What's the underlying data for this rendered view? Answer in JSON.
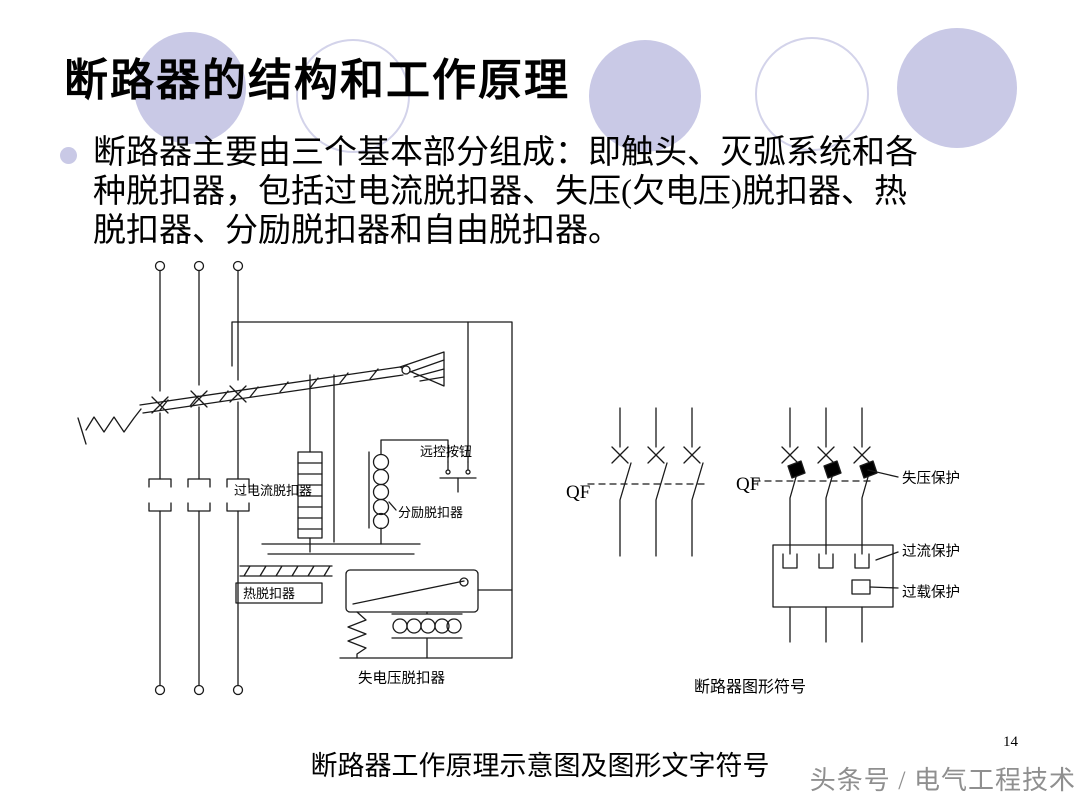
{
  "slide": {
    "title": "断路器的结构和工作原理",
    "bullet_lines": [
      "断路器主要由三个基本部分组成：即触头、灭弧系统和各",
      "种脱扣器，包括过电流脱扣器、失压(欠电压)脱扣器、热",
      "脱扣器、分励脱扣器和自由脱扣器。"
    ],
    "bottom_caption": "断路器工作原理示意图及图形文字符号",
    "page_number": "14",
    "watermark": "头条号 / 电气工程技术"
  },
  "schematic": {
    "labels": {
      "remote_button": "远控按钮",
      "overcurrent_release": "过电流脱扣器",
      "shunt_release": "分励脱扣器",
      "thermal_release": "热脱扣器",
      "undervoltage_release": "失电压脱扣器"
    }
  },
  "symbols": {
    "qf_left": "QF",
    "qf_right": "QF",
    "undervoltage_protection": "失压保护",
    "overcurrent_protection": "过流保护",
    "overload_protection": "过载保护",
    "caption": "断路器图形符号"
  },
  "colors": {
    "accent_lavender": "#c9c9e6"
  }
}
